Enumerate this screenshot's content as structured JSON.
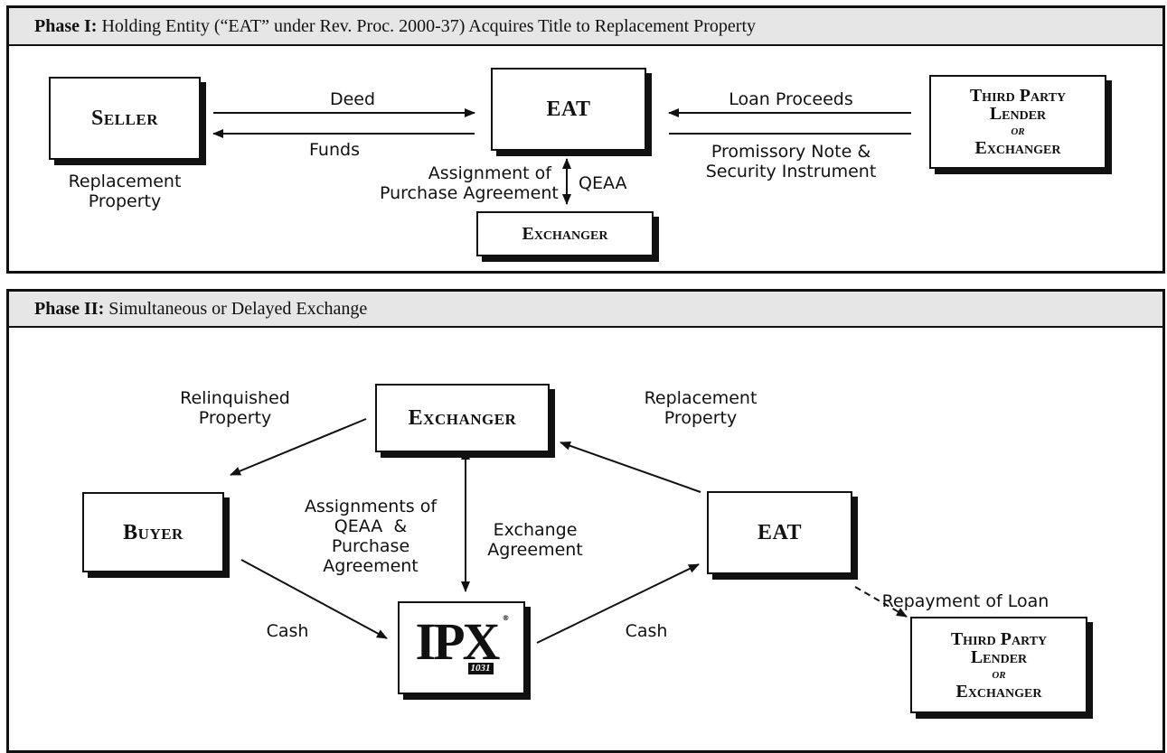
{
  "phase1": {
    "header_bold": "Phase I:",
    "header_rest": " Holding Entity (“EAT” under Rev. Proc. 2000-37) Acquires Title to Replacement Property",
    "seller": "Seller",
    "eat": "EAT",
    "exchanger": "Exchanger",
    "lender_line1": "Third Party",
    "lender_line2": "Lender",
    "lender_or": "or",
    "lender_line3": "Exchanger",
    "label_deed": "Deed",
    "label_funds": "Funds",
    "label_replacement": "Replacement\nProperty",
    "label_assignment": "Assignment of\nPurchase Agreement",
    "label_qeaa": "QEAA",
    "label_loan": "Loan Proceeds",
    "label_note": "Promissory Note &\nSecurity Instrument"
  },
  "phase2": {
    "header_bold": "Phase II:",
    "header_rest": " Simultaneous or Delayed Exchange",
    "exchanger": "Exchanger",
    "buyer": "Buyer",
    "eat": "EAT",
    "ipx_text": "IPX",
    "ipx_num": "1031",
    "lender_line1": "Third Party",
    "lender_line2": "Lender",
    "lender_or": "or",
    "lender_line3": "Exchanger",
    "label_relinquished": "Relinquished\nProperty",
    "label_replacement": "Replacement\nProperty",
    "label_assignments": "Assignments of\nQEAA  &\nPurchase\nAgreement",
    "label_exchange": "Exchange\nAgreement",
    "label_cash_left": "Cash",
    "label_cash_right": "Cash",
    "label_repayment": "Repayment of Loan"
  }
}
